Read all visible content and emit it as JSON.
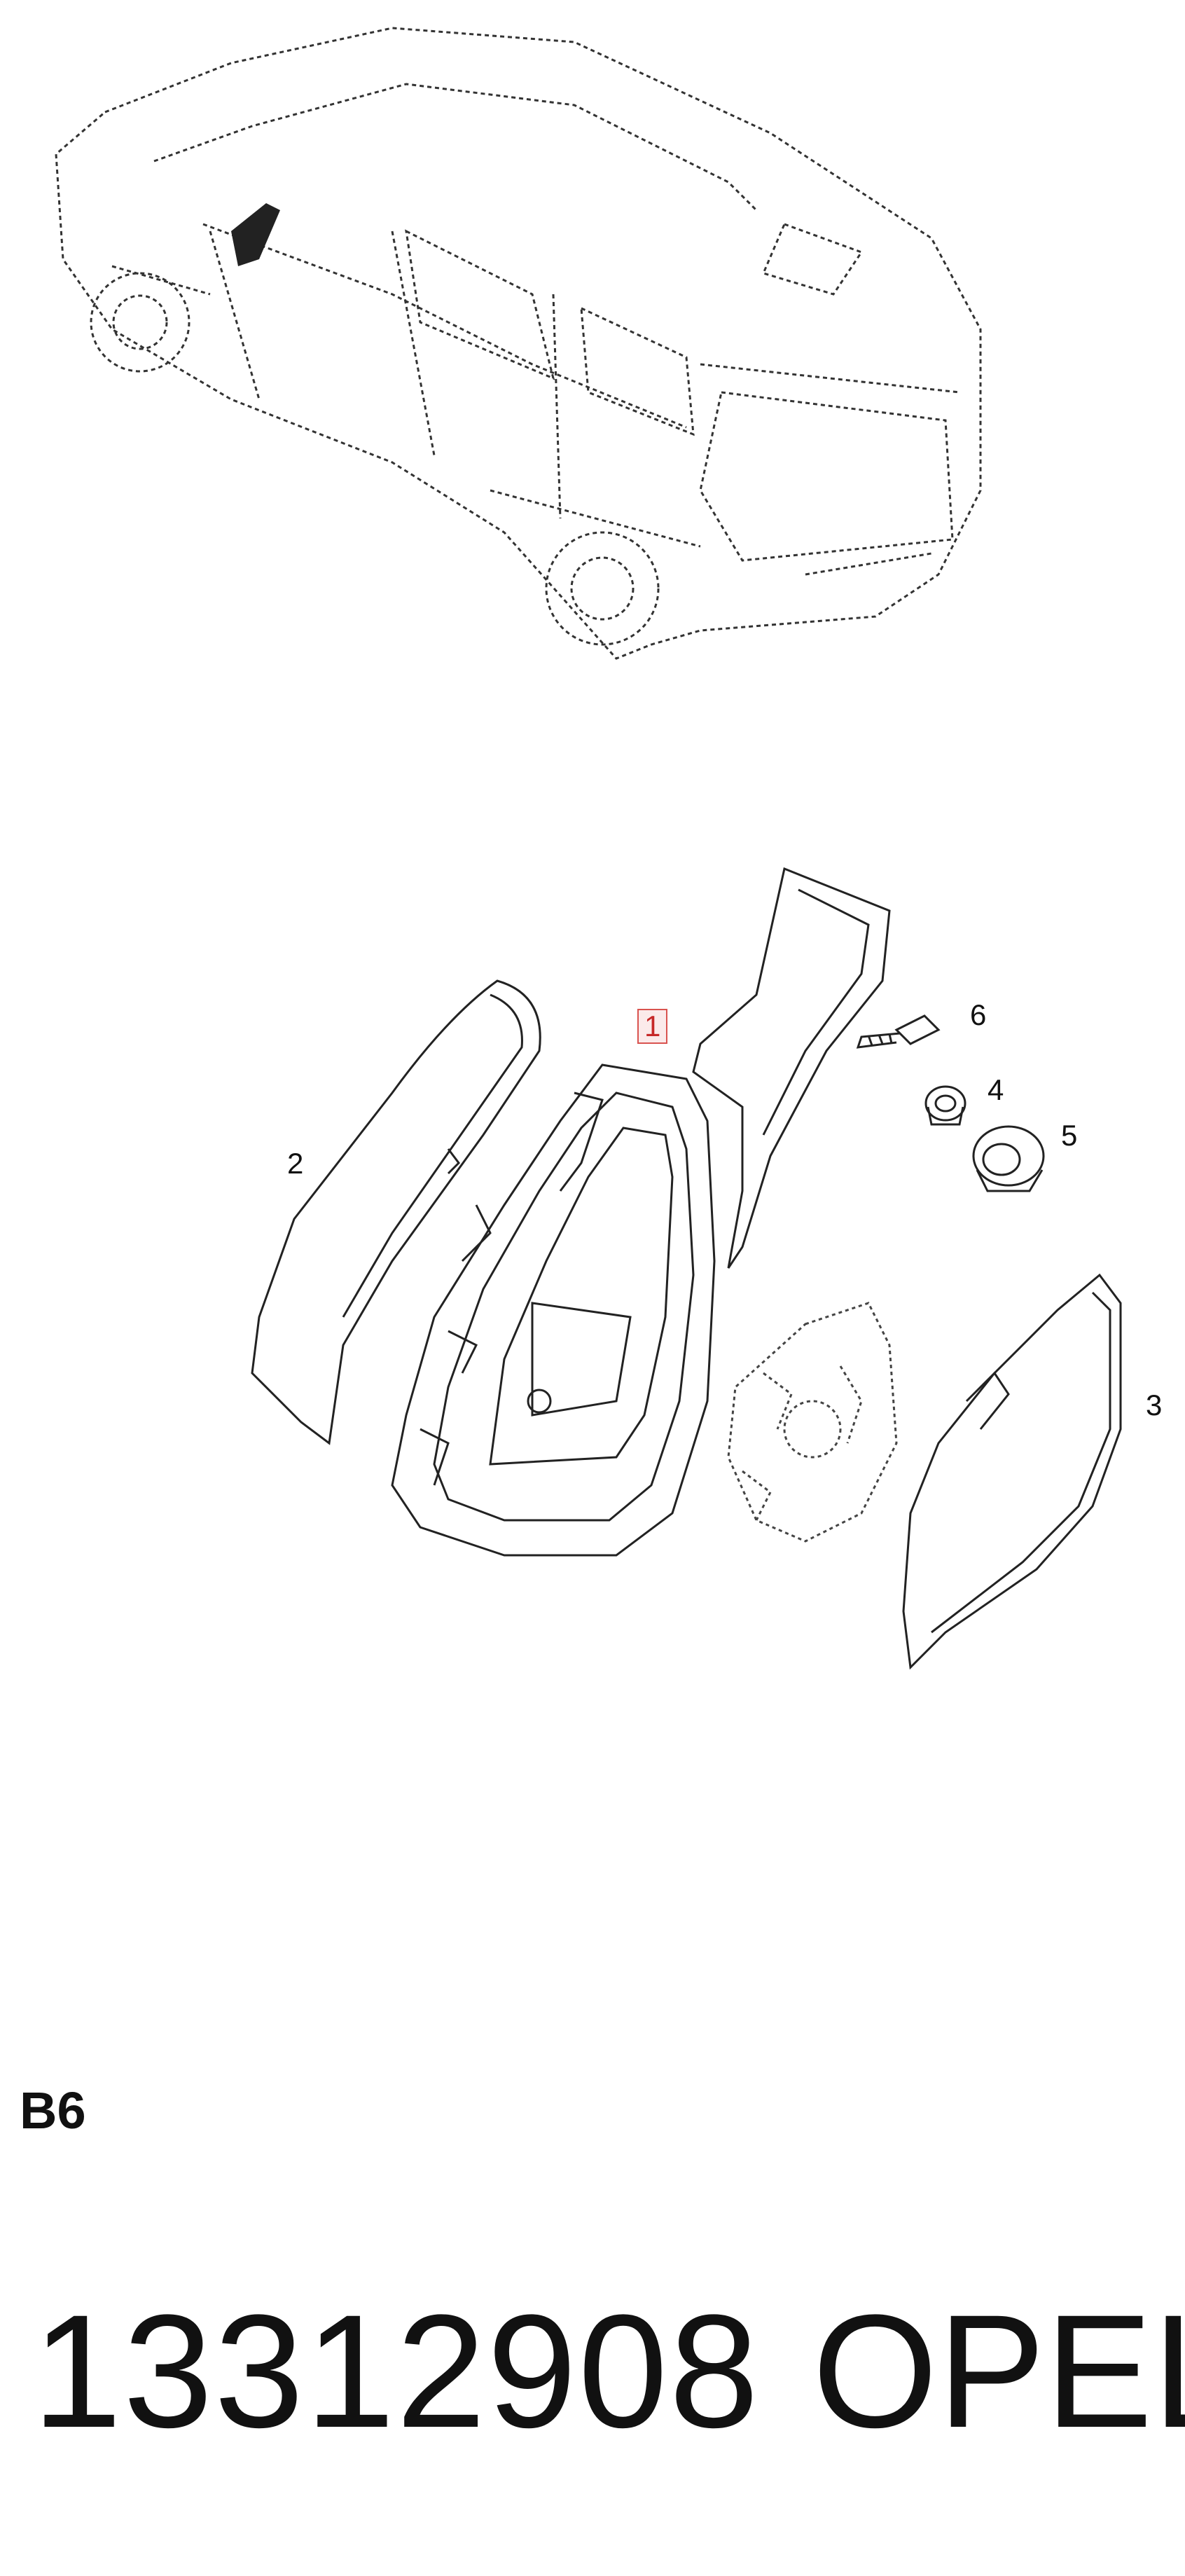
{
  "diagram": {
    "callouts": [
      {
        "id": "1",
        "label": "1",
        "highlighted": true
      },
      {
        "id": "2",
        "label": "2",
        "highlighted": false
      },
      {
        "id": "3",
        "label": "3",
        "highlighted": false
      },
      {
        "id": "4",
        "label": "4",
        "highlighted": false
      },
      {
        "id": "5",
        "label": "5",
        "highlighted": false
      },
      {
        "id": "6",
        "label": "6",
        "highlighted": false
      }
    ],
    "highlight_color": "#d9534f"
  },
  "section_code": "B6",
  "part_number": "13312908",
  "brand": "OPEL"
}
